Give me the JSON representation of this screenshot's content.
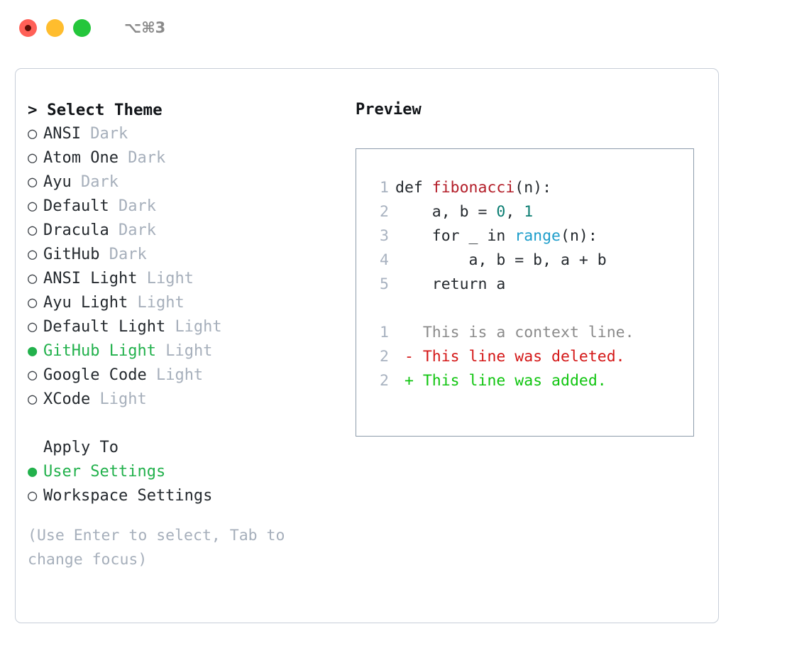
{
  "titlebar": {
    "shortcut": "⌥⌘3",
    "lights": [
      {
        "name": "close",
        "color": "#ff6057"
      },
      {
        "name": "minimize",
        "color": "#ffbd2e"
      },
      {
        "name": "maximize",
        "color": "#24c63b"
      }
    ]
  },
  "left": {
    "header": "> Select Theme",
    "themes": [
      {
        "bullet": "○",
        "name": "ANSI",
        "variant": "Dark",
        "selected": false
      },
      {
        "bullet": "○",
        "name": "Atom One",
        "variant": "Dark",
        "selected": false
      },
      {
        "bullet": "○",
        "name": "Ayu",
        "variant": "Dark",
        "selected": false
      },
      {
        "bullet": "○",
        "name": "Default",
        "variant": "Dark",
        "selected": false
      },
      {
        "bullet": "○",
        "name": "Dracula",
        "variant": "Dark",
        "selected": false
      },
      {
        "bullet": "○",
        "name": "GitHub",
        "variant": "Dark",
        "selected": false
      },
      {
        "bullet": "○",
        "name": "ANSI Light",
        "variant": "Light",
        "selected": false
      },
      {
        "bullet": "○",
        "name": "Ayu Light",
        "variant": "Light",
        "selected": false
      },
      {
        "bullet": "○",
        "name": "Default Light",
        "variant": "Light",
        "selected": false
      },
      {
        "bullet": "●",
        "name": "GitHub Light",
        "variant": "Light",
        "selected": true
      },
      {
        "bullet": "○",
        "name": "Google Code",
        "variant": "Light",
        "selected": false
      },
      {
        "bullet": "○",
        "name": "XCode",
        "variant": "Light",
        "selected": false
      }
    ],
    "apply_to_header": "Apply To",
    "apply_to": [
      {
        "bullet": "●",
        "label": "User Settings",
        "selected": true
      },
      {
        "bullet": "○",
        "label": "Workspace Settings",
        "selected": false
      }
    ],
    "hint": "(Use Enter to select, Tab to change focus)"
  },
  "right": {
    "preview_label": "Preview",
    "code_lines": [
      {
        "no": "1",
        "tokens": [
          {
            "t": "def ",
            "c": "tok-plain"
          },
          {
            "t": "fibonacci",
            "c": "tok-fn"
          },
          {
            "t": "(n):",
            "c": "tok-plain"
          }
        ]
      },
      {
        "no": "2",
        "tokens": [
          {
            "t": "    a, b = ",
            "c": "tok-plain"
          },
          {
            "t": "0",
            "c": "tok-num"
          },
          {
            "t": ", ",
            "c": "tok-plain"
          },
          {
            "t": "1",
            "c": "tok-num"
          }
        ]
      },
      {
        "no": "3",
        "tokens": [
          {
            "t": "    for _ in ",
            "c": "tok-plain"
          },
          {
            "t": "range",
            "c": "tok-builtin"
          },
          {
            "t": "(n):",
            "c": "tok-plain"
          }
        ]
      },
      {
        "no": "4",
        "tokens": [
          {
            "t": "        a, b = b, a + b",
            "c": "tok-plain"
          }
        ]
      },
      {
        "no": "5",
        "tokens": [
          {
            "t": "    return a",
            "c": "tok-plain"
          }
        ]
      },
      {
        "no": "",
        "tokens": [
          {
            "t": " ",
            "c": "tok-plain"
          }
        ]
      },
      {
        "no": "1",
        "tokens": [
          {
            "t": "   This is a context line.",
            "c": "diff-ctx"
          }
        ]
      },
      {
        "no": "2",
        "tokens": [
          {
            "t": " - This line was deleted.",
            "c": "diff-del"
          }
        ]
      },
      {
        "no": "2",
        "tokens": [
          {
            "t": " + This line was added.",
            "c": "diff-add"
          }
        ]
      }
    ]
  },
  "colors": {
    "accent_green": "#22b14c",
    "muted": "#a6afbb",
    "border": "#c7ced8",
    "preview_border": "#8d9bab",
    "code_function": "#b31d28",
    "code_number": "#0b7d72",
    "code_builtin": "#1e9ecb",
    "diff_added": "#10c510",
    "diff_deleted": "#d41717",
    "diff_context": "#8b8b8b"
  }
}
